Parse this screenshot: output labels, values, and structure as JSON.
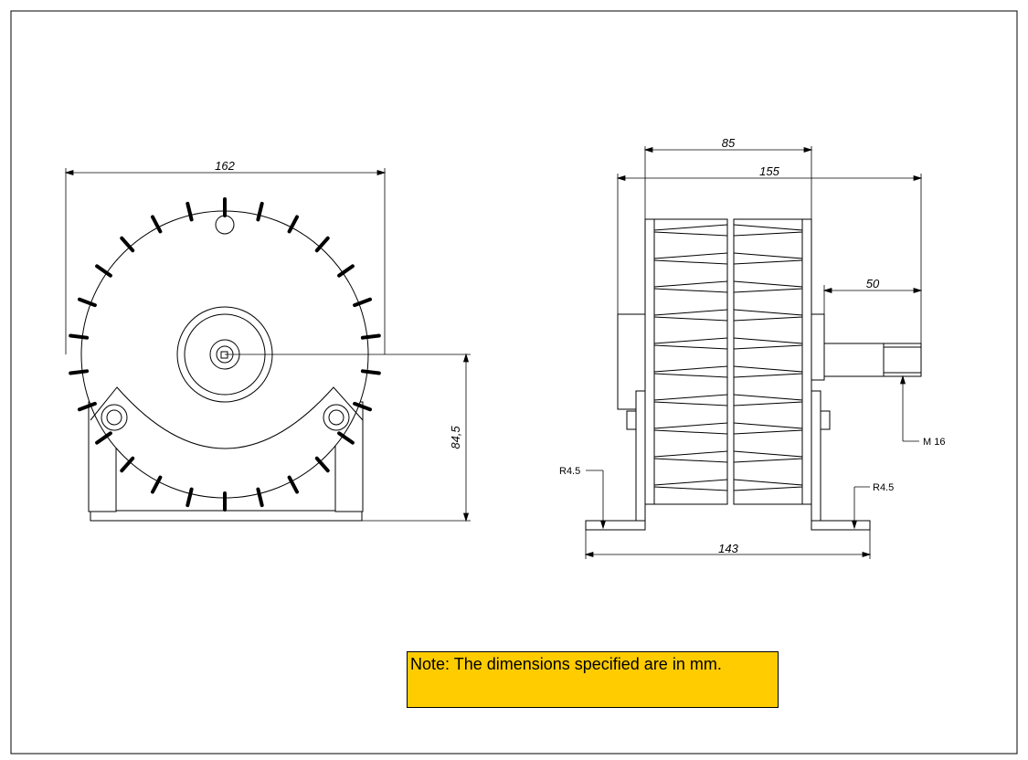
{
  "colors": {
    "line": "#000000",
    "background": "#ffffff",
    "note_fill": "#FFCC00"
  },
  "dimensions": {
    "overall_width": "162",
    "shaft_height": "84,5",
    "body_length": "85",
    "overall_length": "155",
    "shaft_length": "50",
    "foot_span": "143",
    "fillet_left": "R4.5",
    "fillet_right": "R4.5",
    "thread": "M 16"
  },
  "note": "Note: The dimensions specified are in mm."
}
